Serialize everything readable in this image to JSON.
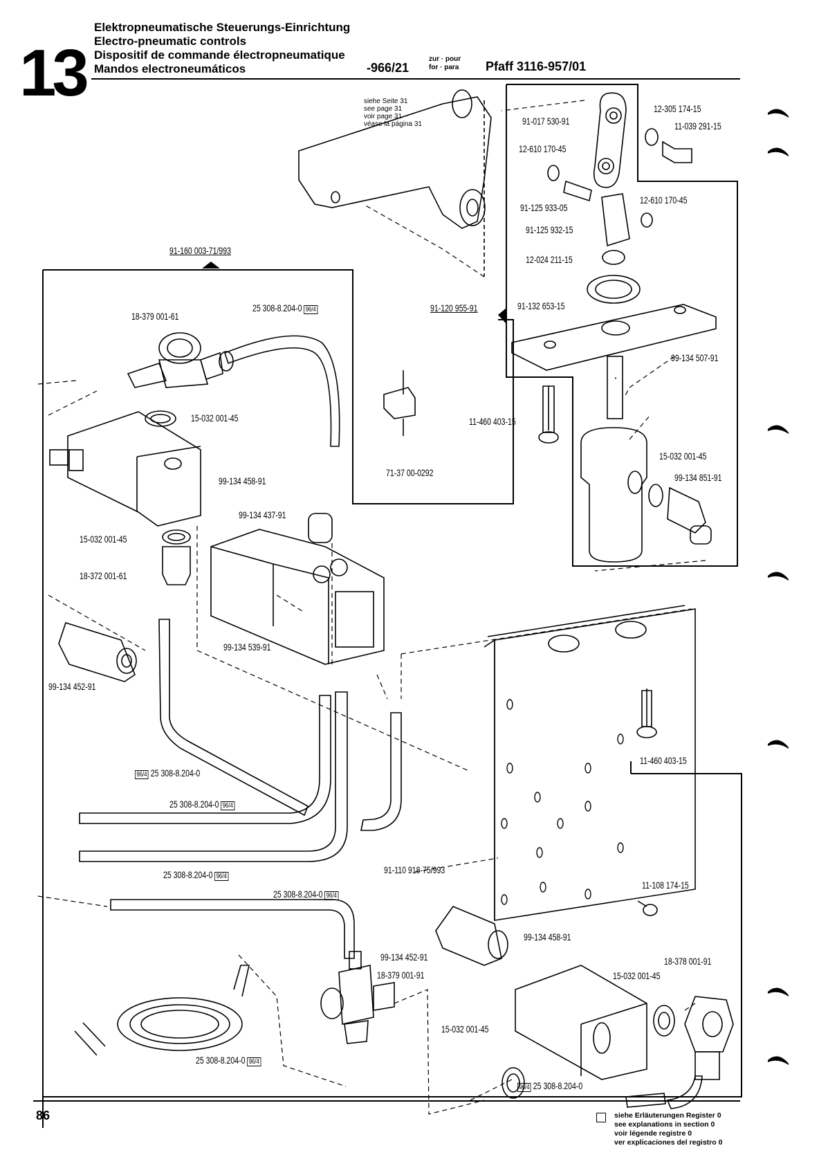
{
  "header": {
    "section_number": "13",
    "title_de": "Elektropneumatische Steuerungs-Einrichtung",
    "title_en": "Electro-pneumatic controls",
    "title_fr": "Dispositif de commande électropneumatique",
    "title_es": "Mandos electroneumáticos",
    "code": "-966/21",
    "zur_pour": "zur · pour",
    "for_para": "for · para",
    "model": "Pfaff 3116-957/01"
  },
  "see_page": [
    "siehe Seite 31",
    "see page 31",
    "voir page 31",
    "véase la página 31"
  ],
  "labels": {
    "l01": "91-160 003-71/993",
    "l02": "18-379 001-61",
    "l03": "25 308-8.204-0",
    "l04": "15-032 001-45",
    "l05": "99-134 458-91",
    "l06": "99-134 437-91",
    "l07": "15-032 001-45",
    "l08": "18-372 001-61",
    "l09": "99-134 539-91",
    "l10": "99-134 452-91",
    "l11": "25 308-8.204-0",
    "l12": "25 308-8.204-0",
    "l13": "25 308-8.204-0",
    "l14": "25 308-8.204-0",
    "l15": "25 308-8.204-0",
    "l16": "91-120 955-91",
    "l17": "71-37 00-0292",
    "l18": "11-460 403-15",
    "l19": "91-017 530-91",
    "l20": "12-610 170-45",
    "l21": "91-125 933-05",
    "l22": "91-125 932-15",
    "l23": "12-024 211-15",
    "l24": "91-132 653-15",
    "l25": "12-305 174-15",
    "l26": "11-039 291-15",
    "l27": "12-610 170-45",
    "l28": "99-134 507-91",
    "l29": "15-032 001-45",
    "l30": "99-134 851-91",
    "l31": "11-460 403-15",
    "l32": "91-110 918-75/993",
    "l33": "11-108 174-15",
    "l34": "99-134 452-91",
    "l35": "18-379 001-91",
    "l36": "99-134 458-91",
    "l37": "15-032 001-45",
    "l38": "18-378 001-91",
    "l39": "15-032 001-45",
    "l40": "25 308-8.204-0"
  },
  "badge": "96/4",
  "footer": {
    "page_number": "86",
    "note": [
      "siehe Erläuterungen Register 0",
      "see explanations in section 0",
      "voir légende registre 0",
      "ver explicaciones del registro 0"
    ]
  }
}
